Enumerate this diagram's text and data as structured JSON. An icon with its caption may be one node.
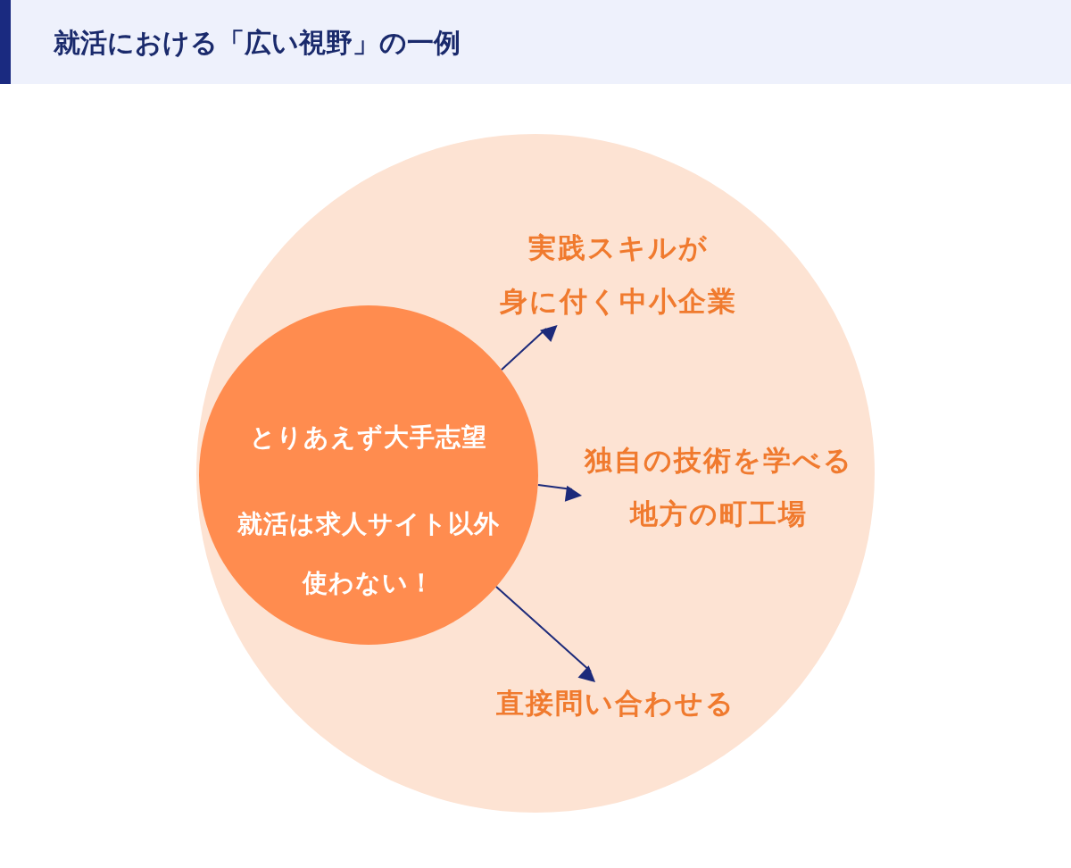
{
  "diagram": {
    "title": "就活における「広い視野」の一例",
    "nodes": [
      {
        "text": [],
        "shape": "circle"
      },
      {
        "text": [
          "とりあえず大手志望",
          "就活は求人サイト以外使わない！"
        ],
        "in": 0
      },
      {
        "text": [
          "実践スキルが身に付く中小企業"
        ],
        "in": 0
      },
      {
        "text": [
          "独自の技術を学べる地方の町工場"
        ],
        "in": 0
      },
      {
        "text": [
          "直接問い合わせる"
        ],
        "in": 0
      }
    ],
    "edges": [
      {
        "from": 1,
        "to": 2,
        "arrow": "to"
      },
      {
        "from": 1,
        "to": 3,
        "arrow": "to"
      },
      {
        "from": 1,
        "to": 4,
        "arrow": "to"
      }
    ]
  }
}
